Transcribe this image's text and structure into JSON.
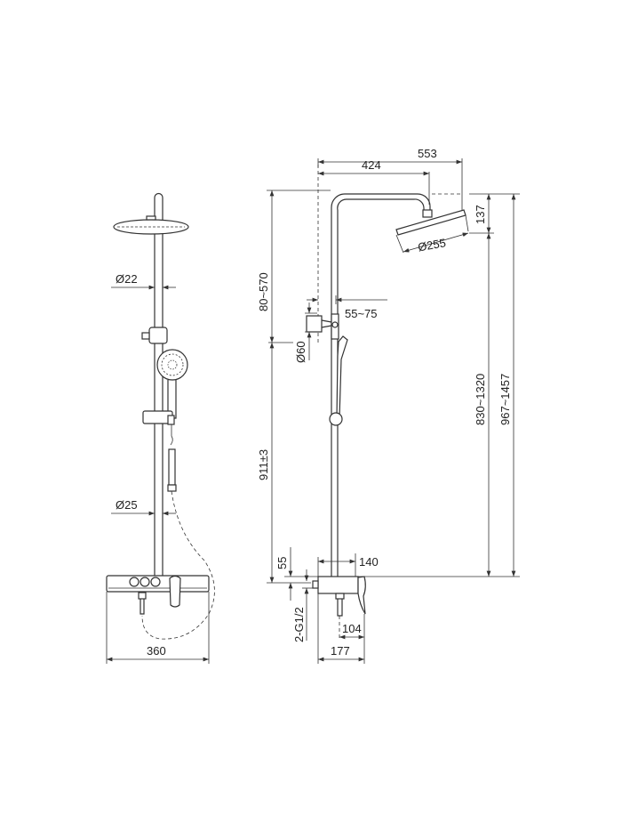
{
  "title": "Shower system dimension drawing",
  "front_view": {
    "pipe_diameter_upper": "Ø22",
    "pipe_diameter_lower": "Ø25",
    "total_width": "360"
  },
  "side_view": {
    "arm_reach": "553",
    "arm_to_head_center": "424",
    "head_drop": "137",
    "head_diameter": "Ø255",
    "height_range_head": "830~1320",
    "height_range_total": "967~1457",
    "upper_adjust": "80~570",
    "lower_height": "911±3",
    "bracket_offset": "55~75",
    "bracket_diameter": "Ø60",
    "mixer_height": "55",
    "inlet_thread": "2-G1/2",
    "mixer_width": "140",
    "spout_offset": "104",
    "mixer_depth": "177"
  },
  "colors": {
    "line": "#333333",
    "background": "#ffffff"
  }
}
